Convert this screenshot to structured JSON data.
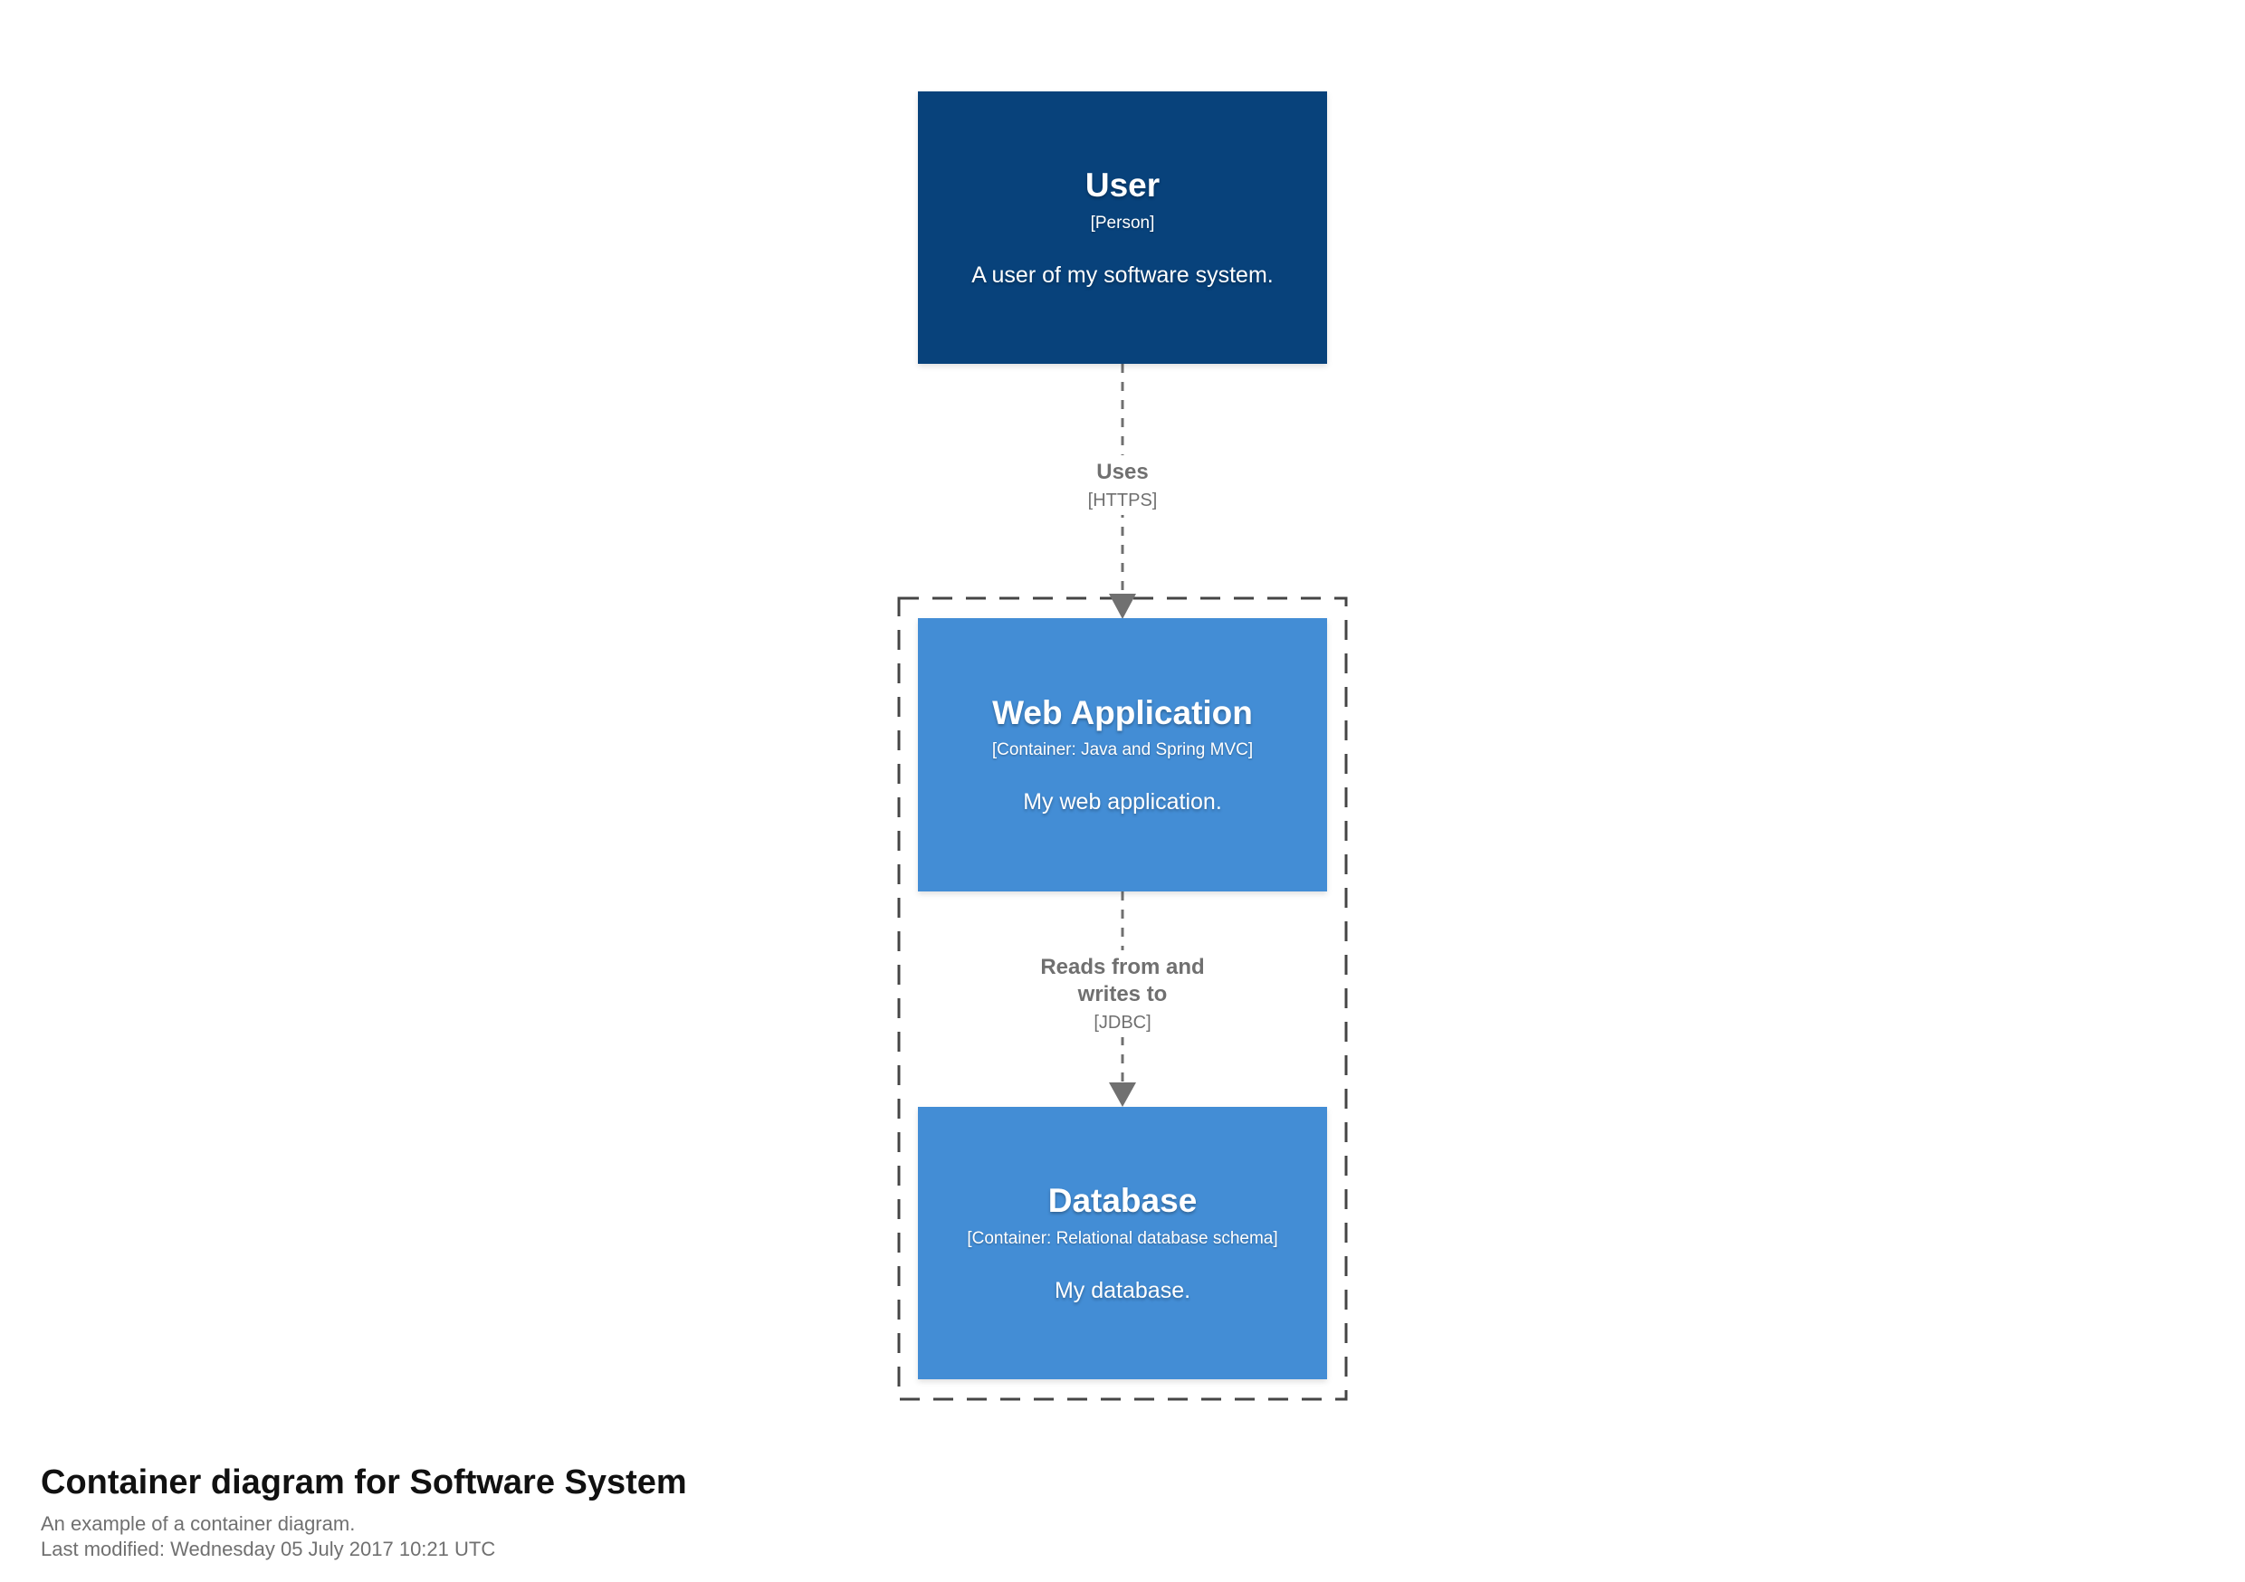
{
  "diagram": {
    "footer": {
      "title": "Container diagram for Software System",
      "subtitle": "An example of a container diagram.",
      "last_modified": "Last modified: Wednesday 05 July 2017 10:21 UTC"
    },
    "nodes": {
      "user": {
        "name": "User",
        "meta": "[Person]",
        "description": "A user of my software system."
      },
      "web_application": {
        "name": "Web Application",
        "meta": "[Container: Java and Spring MVC]",
        "description": "My web application."
      },
      "database": {
        "name": "Database",
        "meta": "[Container: Relational database schema]",
        "description": "My database."
      }
    },
    "relationships": {
      "uses": {
        "name": "Uses",
        "technology": "[HTTPS]"
      },
      "reads_writes": {
        "name": "Reads from and writes to",
        "technology": "[JDBC]"
      }
    },
    "colors": {
      "person_background": "#08427b",
      "container_background": "#438dd5",
      "node_text": "#ffffff",
      "relationship_gray": "#707070",
      "boundary_border": "#454545",
      "title_text": "#111111",
      "subtitle_text": "#707070"
    }
  }
}
